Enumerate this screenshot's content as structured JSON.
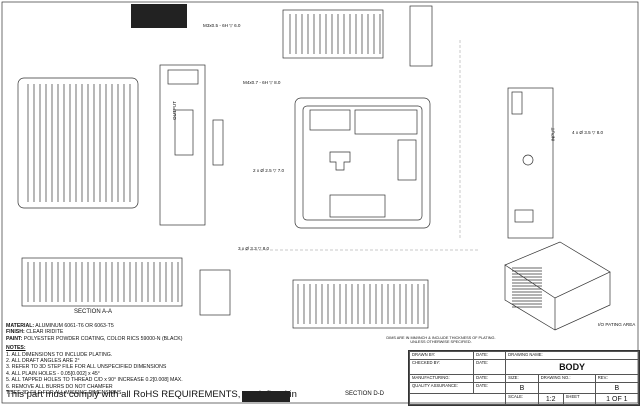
{
  "material": {
    "label": "MATERIAL:",
    "value": "ALUMINUM 6061-T6 OR 6063-T5"
  },
  "finish": {
    "label": "FINISH:",
    "value": "CLEAR IRIDITE"
  },
  "paint": {
    "label": "PAINT:",
    "value": "POLYESTER POWDER COATING, COLOR RICS 59000-N (BLACK)"
  },
  "notes": {
    "header": "NOTES:",
    "items": [
      "1. ALL DIMENSIONS TO INCLUDE PLATING.",
      "2. ALL DRAFT ANGLES ARE 2°",
      "3. REFER TO 3D STEP FILE FOR ALL UNSPECIFIED DIMENSIONS",
      "4. ALL PLAIN HOLES - 0.05[0.002] x 45°",
      "5. ALL TAPPED HOLES TO THREAD C/D x 90° INCREASE 0.2[0.008] MAX.",
      "6. REMOVE ALL BURRS DO NOT CHAMFER",
      "7.SEE 3D FILE FOR ALL MISSING DIMENSIONS"
    ]
  },
  "rohs": "This part must comply with all RoHS REQUIREMENTS, as defined in",
  "sections": {
    "a": "SECTION A-A",
    "d": "SECTION D-D"
  },
  "labels": {
    "thread1": "M3x0.5 - 6H ▽ 6.0",
    "thread2": "M4x0.7 - 6H ▽ 8.0",
    "input": "INPUT",
    "output": "OUTPUT",
    "io_area": "I/O PATING AREA",
    "dim_2x": "2 x Ø 2.5 ▽ 7.0",
    "dim_4x": "4 x Ø 3.5 ▽ 8.0",
    "dim_3x": "3 x Ø 3.3 ▽ 8.0"
  },
  "disclaimer": "DIMS ARE IN MM/INCH & INCLUDE THICKNESS OF PLATING. UNLESS OTHERWISE SPECIFIED.",
  "title_block": {
    "drawn_by": "DRAWN BY:",
    "checked_by": "CHECKED BY:",
    "manufacturing": "MANUFACTURING:",
    "qa": "QUALITY ASSURANCE:",
    "date": "DATE:",
    "drawing_name_label": "DRAWING NAME:",
    "drawing_name": "BODY",
    "size_label": "SIZE:",
    "size": "B",
    "drawing_no": "DRAWING NO.:",
    "rev_label": "REV.:",
    "rev": "B",
    "scale_label": "SCALE:",
    "scale": "1:2",
    "sheet_label": "SHEET",
    "sheet": "1 OF 1"
  }
}
